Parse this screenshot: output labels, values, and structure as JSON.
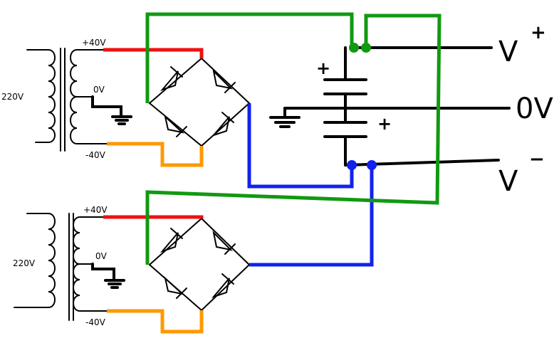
{
  "diagram": {
    "upper": {
      "primary_label": "220V",
      "top_tap": "+40V",
      "center_tap": "0V",
      "bottom_tap": "-40V"
    },
    "lower": {
      "primary_label": "220V",
      "top_tap": "+40V",
      "center_tap": "0V",
      "bottom_tap": "-40V"
    },
    "outputs": {
      "positive_main": "V",
      "positive_sup": "+",
      "ground": "0V",
      "negative_main": "V",
      "negative_sup": "−"
    },
    "capacitors": {
      "top_plus": "+",
      "bottom_plus": "+"
    },
    "colors": {
      "positive_wire": "#ee1111",
      "negative_wire": "#ff9900",
      "bridge_negative": "#1122ee",
      "bridge_positive": "#119911"
    }
  }
}
